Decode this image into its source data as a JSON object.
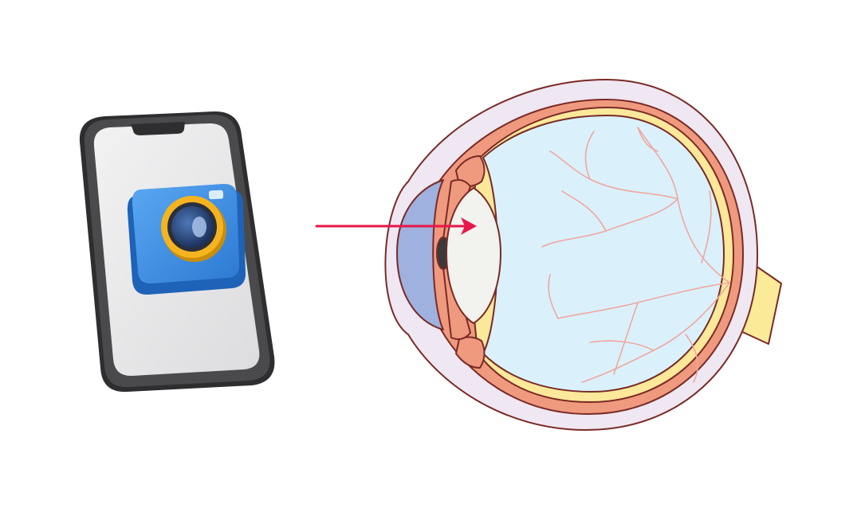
{
  "diagram": {
    "elements": [
      {
        "id": "phone",
        "kind": "smartphone-illustration"
      },
      {
        "id": "camera",
        "kind": "camera-app-icon"
      },
      {
        "id": "arrow",
        "kind": "arrow",
        "from": "phone",
        "to": "eye"
      },
      {
        "id": "eye",
        "kind": "eye-cross-section"
      }
    ]
  },
  "colors": {
    "background": "#ffffff",
    "phone_frame": "#3a3a3c",
    "phone_screen": "#e9e9ea",
    "camera_body": "#3b8ee6",
    "camera_ring": "#f5b41f",
    "camera_lens": "#1d3a6e",
    "arrow": "#e8174a",
    "eye_outline": "#7a2a26",
    "sclera_outer": "#efe7f2",
    "choroid": "#ef9a7e",
    "retina": "#fbe89a",
    "vitreous": "#daf1fb",
    "cornea": "#9fb1de",
    "lens": "#f2f2ee",
    "blood_vessel": "#f1a7a0",
    "optic_nerve": "#fbeb98"
  }
}
